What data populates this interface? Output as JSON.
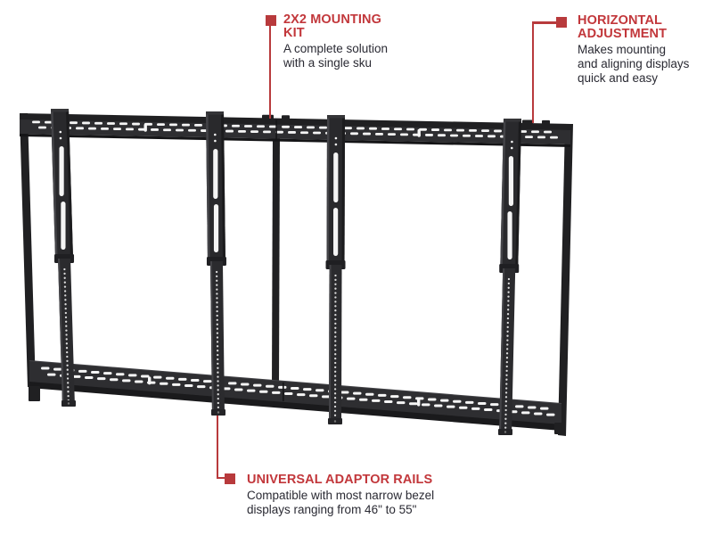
{
  "page": {
    "background": "#ffffff"
  },
  "illustration": {
    "name": "video-wall-mount-frame-2x2",
    "description_icon": "wall-mount-frame-icon"
  },
  "colors": {
    "accent_red": "#b83a3c",
    "heading_red": "#c2373b",
    "body_text": "#2a2a33",
    "frame_dark": "#202022",
    "frame_mid": "#2e2e31",
    "frame_light": "#434347",
    "frame_shadow": "#151517",
    "slot_white": "#f5f5f5"
  },
  "callouts": [
    {
      "id": "2x2-mounting-kit",
      "heading": "2X2 MOUNTING KIT",
      "body": [
        "A complete solution",
        "with a single sku"
      ]
    },
    {
      "id": "horizontal-adjustment",
      "heading": "HORIZONTAL ADJUSTMENT",
      "body": [
        "Makes mounting",
        "and aligning displays",
        "quick and easy"
      ]
    },
    {
      "id": "universal-adaptor-rails",
      "heading": "UNIVERSAL ADAPTOR RAILS",
      "body": [
        "Compatible with most narrow bezel",
        "displays ranging from 46\" to 55\""
      ]
    }
  ]
}
